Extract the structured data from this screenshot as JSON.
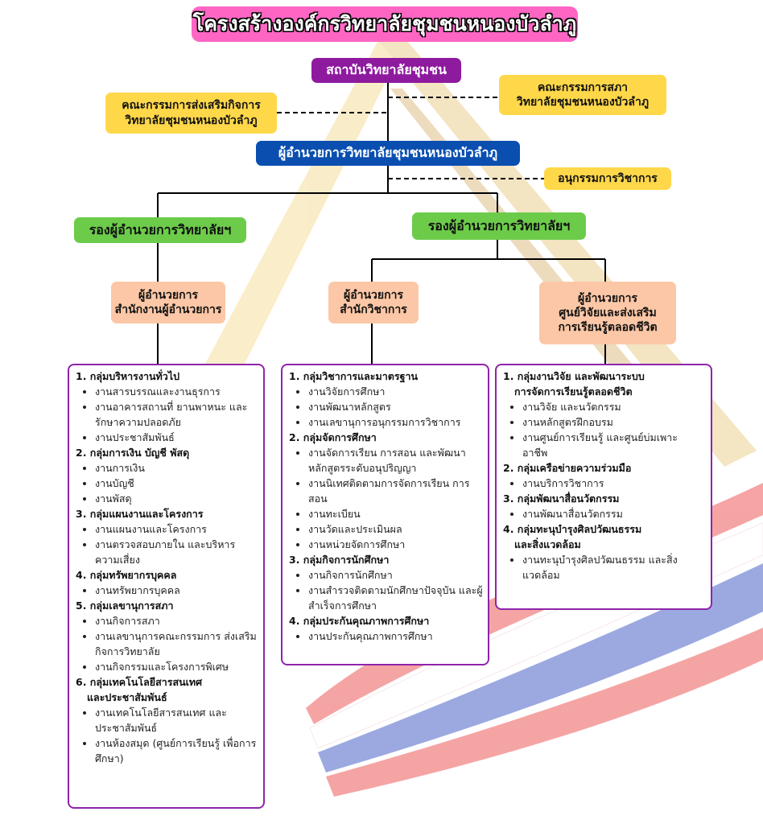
{
  "title": "โครงสร้างองค์กรวิทยาลัยชุมชนหนองบัวลำภู",
  "institute": "สถาบันวิทยาลัยชุมชน",
  "council_committee": {
    "line1": "คณะกรรมการสภา",
    "line2": "วิทยาลัยชุมชนหนองบัวลำภู"
  },
  "promotion_committee": {
    "line1": "คณะกรรมการส่งเสริมกิจการ",
    "line2": "วิทยาลัยชุมชนหนองบัวลำภู"
  },
  "director": "ผู้อำนวยการวิทยาลัยชุมชนหนองบัวลำภู",
  "academic_subcommittee": "อนุกรรมการวิชาการ",
  "vice_directors": [
    "รองผู้อำนวยการวิทยาลัยฯ",
    "รองผู้อำนวยการวิทยาลัยฯ"
  ],
  "offices": [
    {
      "line1": "ผู้อำนวยการ",
      "line2": "สำนักงานผู้อำนวยการ",
      "line3": ""
    },
    {
      "line1": "ผู้อำนวยการ",
      "line2": "สำนักวิชาการ",
      "line3": ""
    },
    {
      "line1": "ผู้อำนวยการ",
      "line2": "ศูนย์วิจัยและส่งเสริม",
      "line3": "การเรียนรู้ตลอดชีวิต"
    }
  ],
  "units": [
    [
      {
        "group": "1. กลุ่มบริหารงานทั่วไป",
        "group2": "",
        "items": [
          "งานสารบรรณและงานธุรการ",
          "งานอาคารสถานที่ ยานพาหนะ และรักษาความปลอดภัย",
          "งานประชาสัมพันธ์"
        ]
      },
      {
        "group": "2. กลุ่มการเงิน บัญชี พัสดุ",
        "group2": "",
        "items": [
          "งานการเงิน",
          "งานบัญชี",
          "งานพัสดุ"
        ]
      },
      {
        "group": "3. กลุ่มแผนงานและโครงการ",
        "group2": "",
        "items": [
          "งานแผนงานและโครงการ",
          "งานตรวจสอบภายใน และบริหารความเสี่ยง"
        ]
      },
      {
        "group": "4. กลุ่มทรัพยากรบุคคล",
        "group2": "",
        "items": [
          "งานทรัพยากรบุคคล"
        ]
      },
      {
        "group": "5. กลุ่มเลขานุการสภา",
        "group2": "",
        "items": [
          "งานกิจการสภา",
          "งานเลขานุการคณะกรรมการ ส่งเสริมกิจการวิทยาลัย",
          "งานกิจกรรมและโครงการพิเศษ"
        ]
      },
      {
        "group": "6. กลุ่มเทคโนโลยีสารสนเทศ",
        "group2": "และประชาสัมพันธ์",
        "items": [
          "งานเทคโนโลยีสารสนเทศ และประชาสัมพันธ์",
          "งานห้องสมุด (ศูนย์การเรียนรู้ เพื่อการศึกษา)"
        ]
      }
    ],
    [
      {
        "group": "1. กลุ่มวิชาการและมาตรฐาน",
        "group2": "",
        "items": [
          "งานวิจัยการศึกษา",
          "งานพัฒนาหลักสูตร",
          "งานเลขานุการอนุกรรมการวิชาการ"
        ]
      },
      {
        "group": "2. กลุ่มจัดการศึกษา",
        "group2": "",
        "items": [
          "งานจัดการเรียน การสอน และพัฒนาหลักสูตรระดับอนุปริญญา",
          "งานนิเทศติดตามการจัดการเรียน การสอน",
          "งานทะเบียน",
          "งานวัดและประเมินผล",
          "งานหน่วยจัดการศึกษา"
        ]
      },
      {
        "group": "3. กลุ่มกิจการนักศึกษา",
        "group2": "",
        "items": [
          "งานกิจการนักศึกษา",
          "งานสำรวจติดตามนักศึกษาปัจจุบัน และผู้สำเร็จการศึกษา"
        ]
      },
      {
        "group": "4. กลุ่มประกันคุณภาพการศึกษา",
        "group2": "",
        "items": [
          "งานประกันคุณภาพการศึกษา"
        ]
      }
    ],
    [
      {
        "group": "1. กลุ่มงานวิจัย และพัฒนาระบบ",
        "group2": "การจัดการเรียนรู้ตลอดชีวิต",
        "items": [
          "งานวิจัย และนวัตกรรม",
          "งานหลักสูตรฝึกอบรม",
          "งานศูนย์การเรียนรู้ และศูนย์บ่มเพาะ อาชีพ"
        ]
      },
      {
        "group": "2. กลุ่มเครือข่ายความร่วมมือ",
        "group2": "",
        "items": [
          "งานบริการวิชาการ"
        ]
      },
      {
        "group": "3. กลุ่มพัฒนาสื่อนวัตกรรม",
        "group2": "",
        "items": [
          "งานพัฒนาสื่อนวัตกรรม"
        ]
      },
      {
        "group": "4. กลุ่มทะนุบำรุงศิลปวัฒนธรรม",
        "group2": "และสิ่งแวดล้อม",
        "items": [
          "งานทะนุบำรุงศิลปวัฒนธรรม และสิ่งแวดล้อม"
        ]
      }
    ]
  ],
  "colors": {
    "title": "#ff66c4",
    "institute": "#8e1a9e",
    "director": "#0a4fb0",
    "committee": "#ffd84a",
    "vice": "#6ccc4a",
    "office": "#fcc7a6",
    "list_border": "#8e24aa"
  }
}
